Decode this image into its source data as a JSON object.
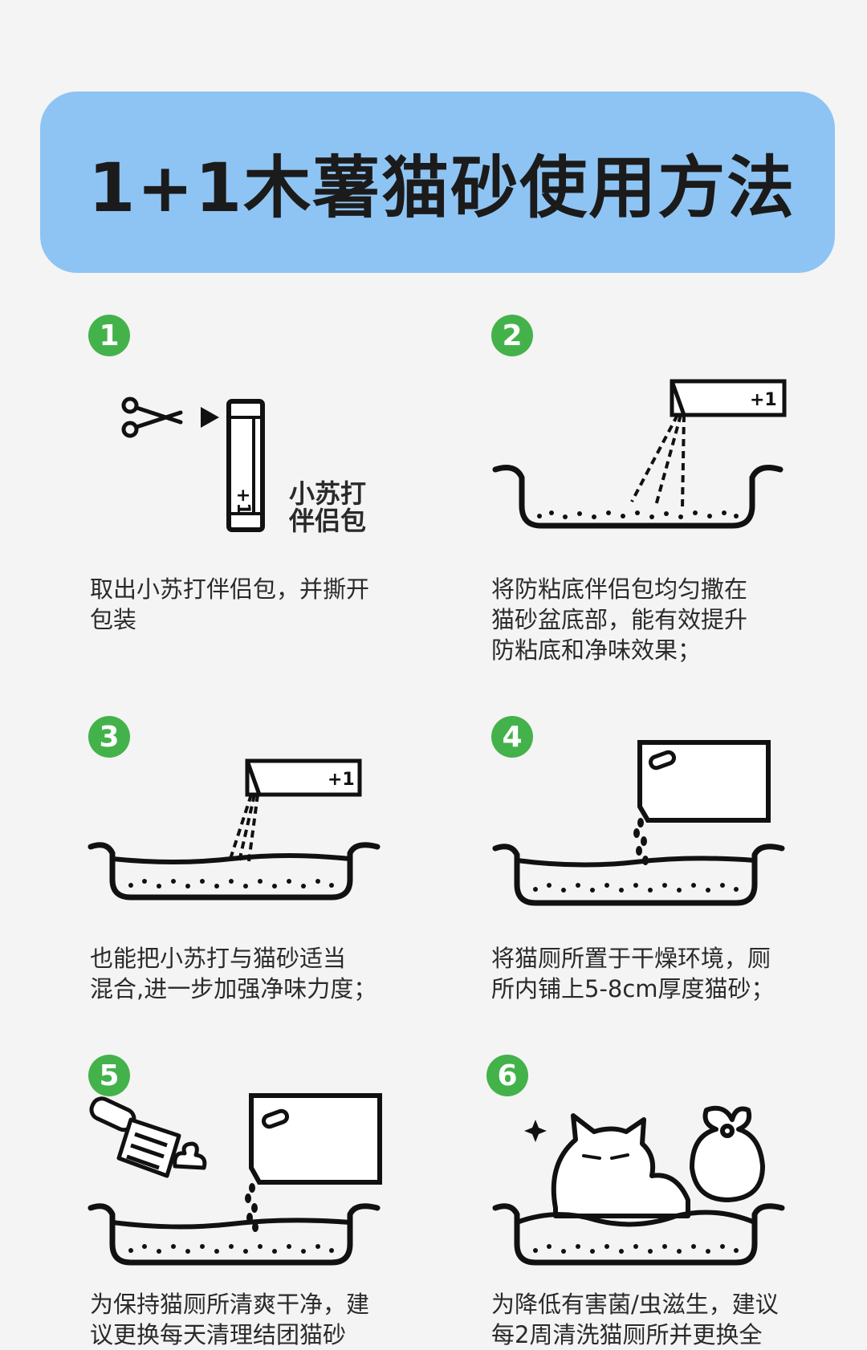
{
  "title": "1+1木薯猫砂使用方法",
  "colors": {
    "banner": "#8ec4f3",
    "step_badge": "#44b24a",
    "background": "#f4f4f4",
    "line_art": "#111111"
  },
  "steps": [
    {
      "number": "1",
      "text": "取出小苏打伴侣包，并撕开\n包装",
      "icon": "scissors-and-packet",
      "packet_label": "小苏打\n伴侣包",
      "packet_mark": "+1"
    },
    {
      "number": "2",
      "text": "将防粘底伴侣包均匀撒在\n猫砂盆底部，能有效提升\n防粘底和净味效果；",
      "icon": "pouring-packet-into-tray",
      "packet_mark": "+1"
    },
    {
      "number": "3",
      "text": "也能把小苏打与猫砂适当\n混合,进一步加强净味力度；",
      "icon": "pouring-packet-into-tray",
      "packet_mark": "+1"
    },
    {
      "number": "4",
      "text": "将猫厕所置于干燥环境，厕\n所内铺上5-8cm厚度猫砂；",
      "icon": "pouring-bag-into-tray"
    },
    {
      "number": "5",
      "text": "为保持猫厕所清爽干净，建\n议更换每天清理结团猫砂",
      "icon": "scoop-and-bag"
    },
    {
      "number": "6",
      "text": "为降低有害菌/虫滋生，建议\n每2周清洗猫厕所并更换全",
      "icon": "cat-in-tray"
    }
  ]
}
